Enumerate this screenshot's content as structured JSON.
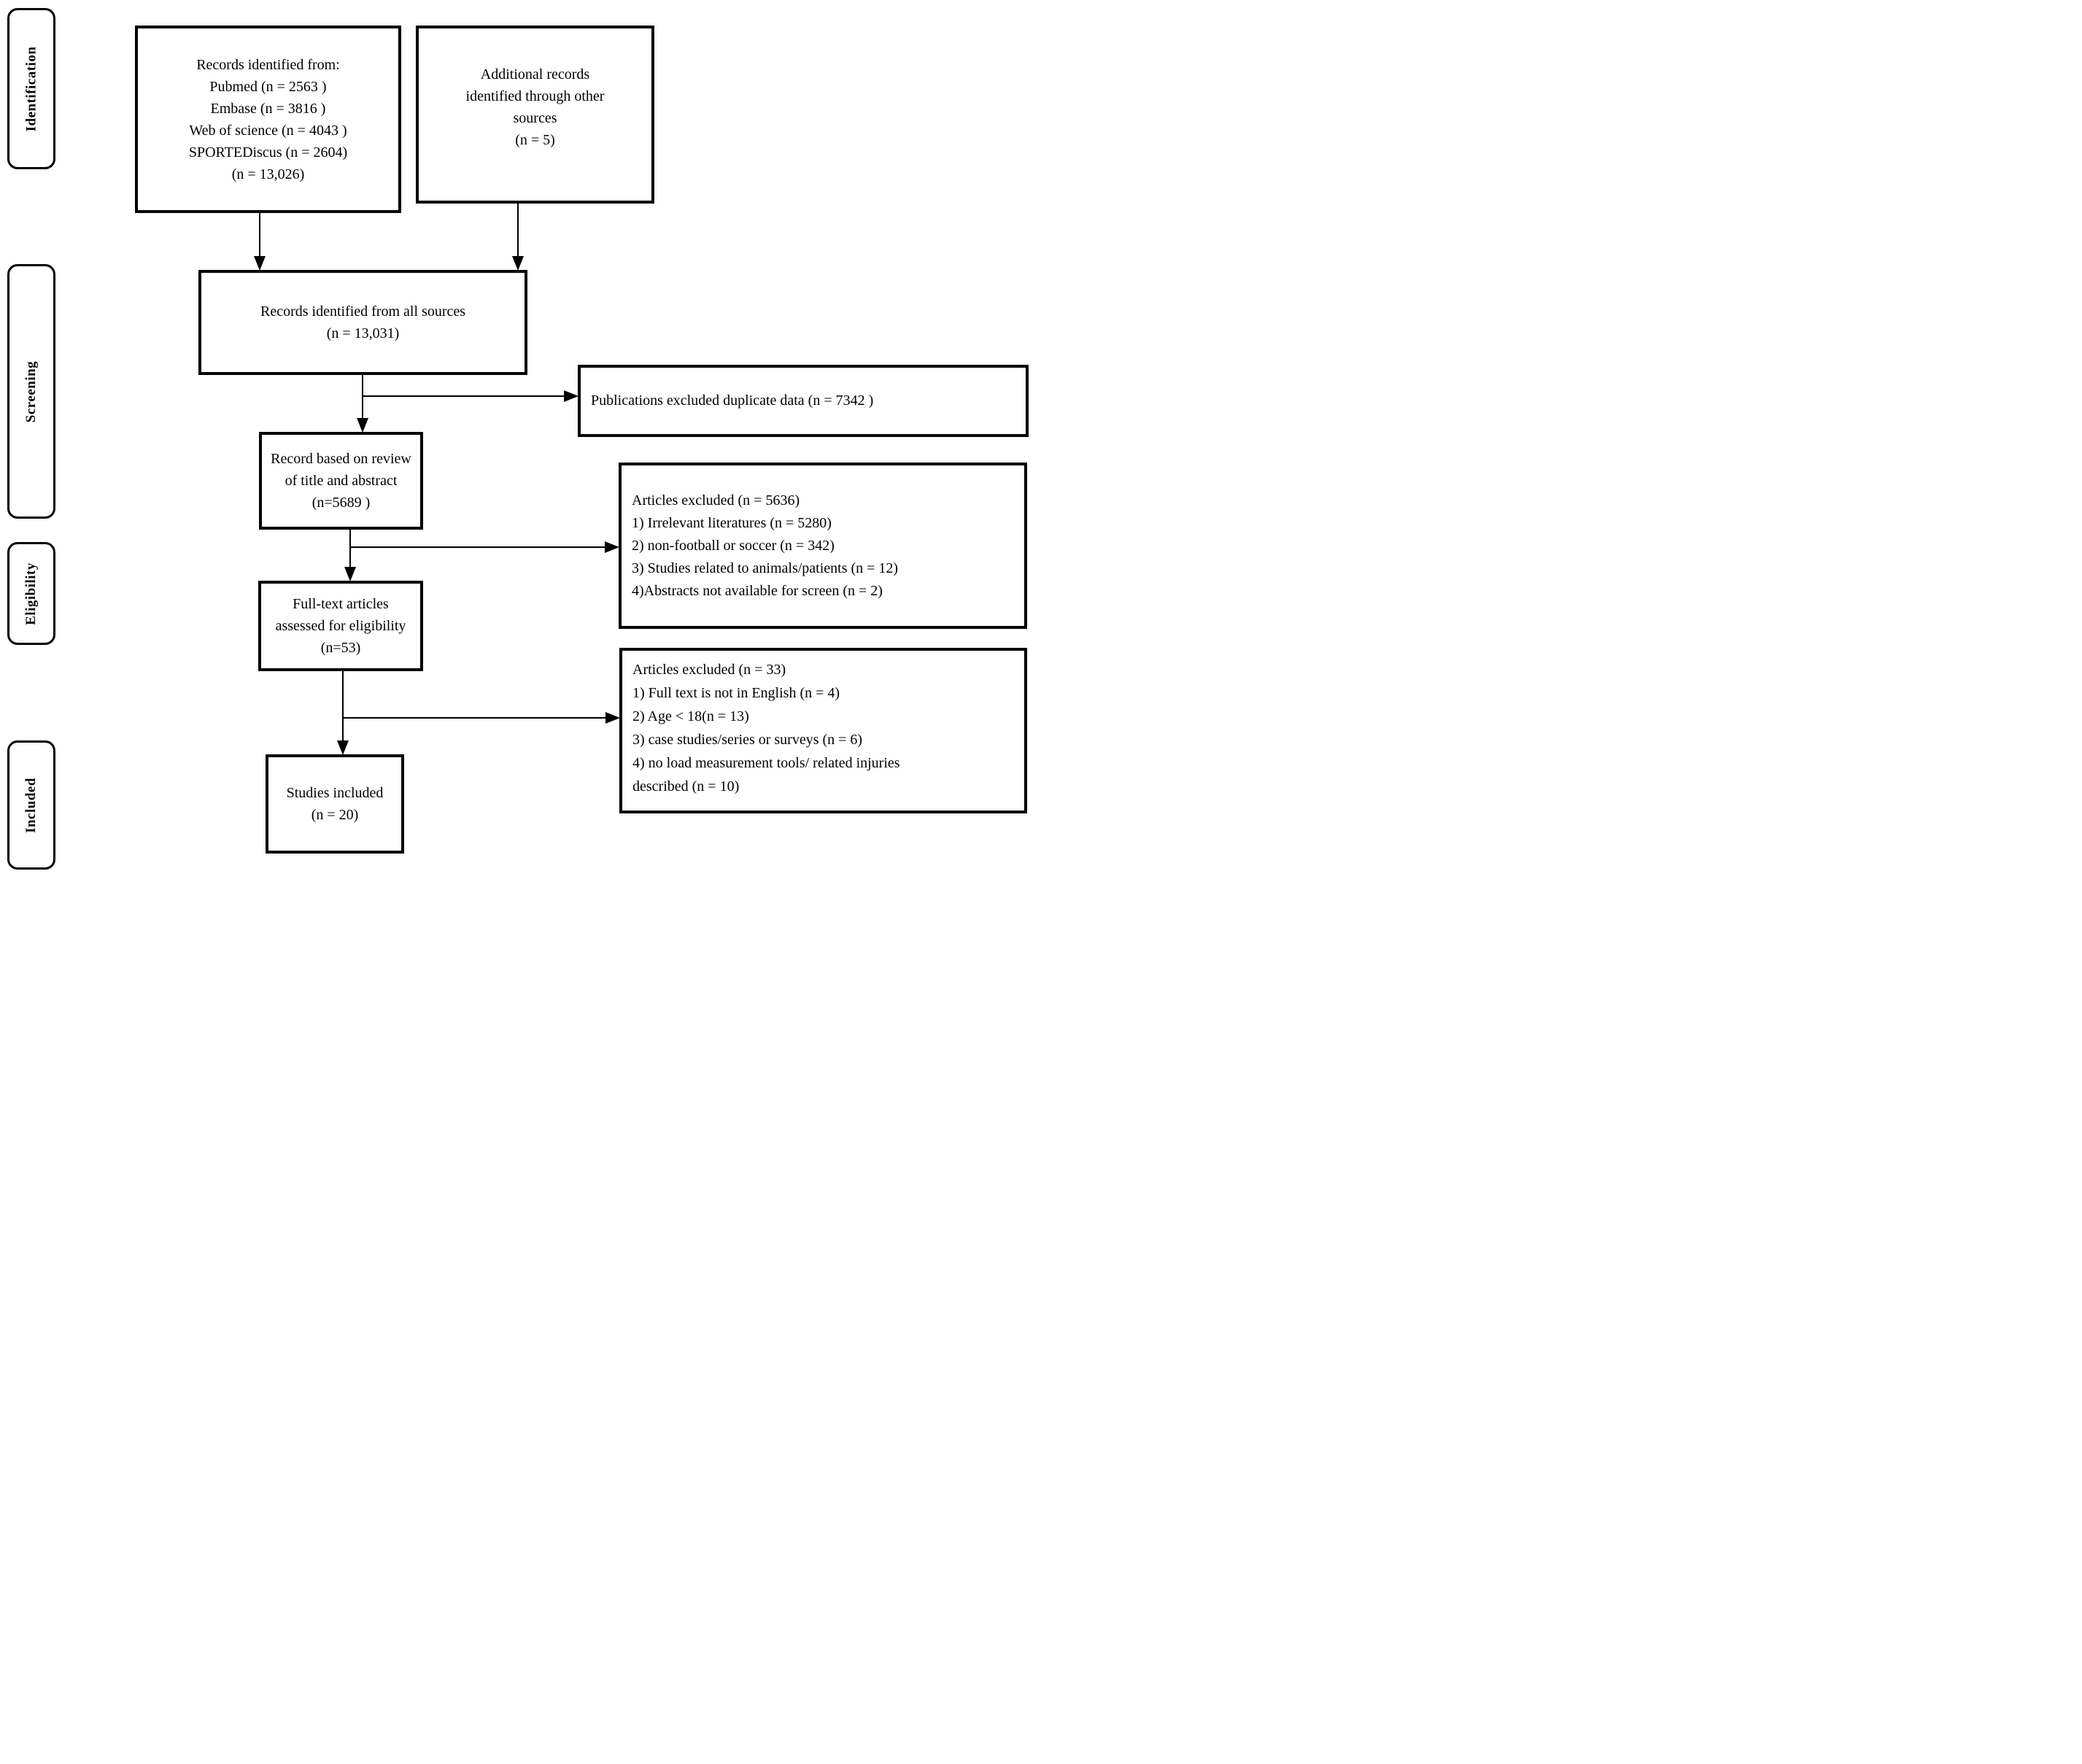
{
  "figure": {
    "background": "#ffffff",
    "line_color": "#000000",
    "text_color": "#000000",
    "stages": {
      "identification": "Identification",
      "screening": "Screening",
      "eligibility": "Eligibility",
      "included": "Included"
    },
    "boxes": {
      "records_identified": {
        "lines": [
          "Records identified from:",
          "Pubmed (n = 2563 )",
          "Embase (n = 3816 )",
          "Web of science (n = 4043 )",
          "SPORTEDiscus (n = 2604)",
          "(n = 13,026)"
        ]
      },
      "additional_records": {
        "lines": [
          "Additional records",
          "identified through other",
          "sources",
          "(n = 5)"
        ]
      },
      "all_sources": {
        "lines": [
          "Records identified from all sources",
          "(n = 13,031)"
        ]
      },
      "duplicates_excluded": {
        "lines": [
          "Publications excluded duplicate data (n = 7342 )"
        ]
      },
      "title_abstract_review": {
        "lines": [
          "Record based on review",
          "of title and abstract",
          "(n=5689 )"
        ]
      },
      "screening_excluded": {
        "lines": [
          "Articles excluded (n = 5636)",
          "1) Irrelevant literatures (n = 5280)",
          "2) non-football or soccer (n = 342)",
          "3) Studies related to animals/patients (n = 12)",
          "4)Abstracts not available for screen (n = 2)"
        ]
      },
      "full_text_assessed": {
        "lines": [
          "Full-text articles",
          "assessed for eligibility",
          "(n=53)"
        ]
      },
      "eligibility_excluded": {
        "lines": [
          "Articles excluded (n = 33)",
          "1) Full text is not in English (n = 4)",
          "2) Age < 18(n = 13)",
          "3) case studies/series or surveys (n = 6)",
          "4) no load measurement tools/ related injuries",
          "described (n = 10)"
        ]
      },
      "studies_included": {
        "lines": [
          "Studies included",
          "(n = 20)"
        ]
      }
    }
  }
}
